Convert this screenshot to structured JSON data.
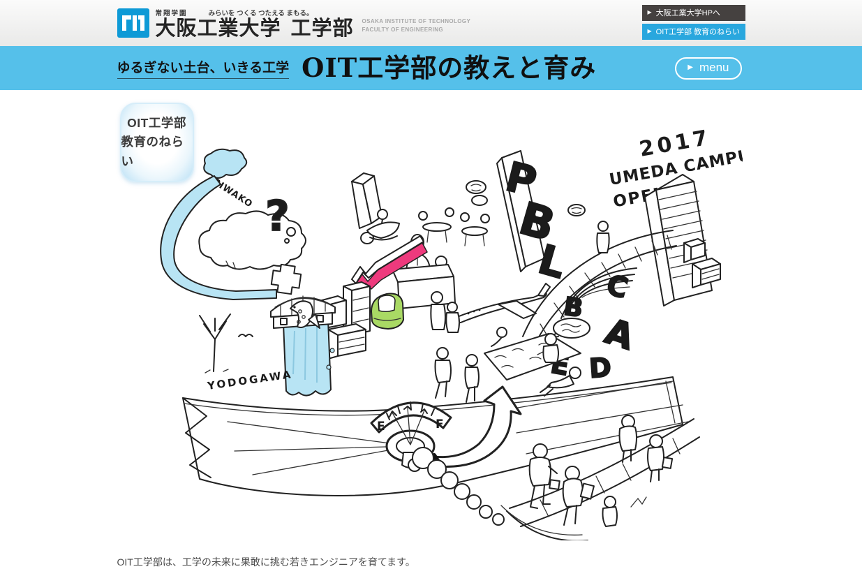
{
  "icons": {
    "arrow": "▶"
  },
  "header": {
    "school_group": "常翔学園",
    "slogan": "みらいを つくる つたえる まもる。",
    "university": "大阪工業大学",
    "faculty": "工学部",
    "english_line1": "OSAKA INSTITUTE OF TECHNOLOGY",
    "english_line2": "FACULTY OF ENGINEERING",
    "links": [
      {
        "label": "大阪工業大学HPへ",
        "style": "dark"
      },
      {
        "label": "OIT工学部 教育のねらい",
        "style": "blue"
      }
    ]
  },
  "banner": {
    "tagline": "ゆるぎない土台、いきる工学",
    "title": "OIT工学部の教えと育み",
    "menu_label": "menu",
    "bg": "#55c0ea"
  },
  "badge": {
    "line1": "OIT工学部",
    "line2": "教育のねらい"
  },
  "illustration": {
    "campus_note": {
      "line1": "2017",
      "line2": "UMEDA CAMPUS",
      "line3": "OPEN!!"
    },
    "lake_label": "BIWAKO",
    "river_label": "YODOGAWA",
    "pbl_letters": [
      "P",
      "B",
      "L"
    ],
    "grade_letters": [
      "C",
      "B",
      "A",
      "E",
      "D"
    ],
    "gauge": {
      "empty": "E",
      "full": "F"
    },
    "question_mark": "?",
    "colors": {
      "water": "#b8e4f4",
      "pbl_yellow": "#ffd900",
      "arrow_pink": "#ee3a7d",
      "letter_green": "#8fd57a",
      "car_green": "#a9d964",
      "ink": "#1f1f1f"
    }
  },
  "footer": {
    "caption": "OIT工学部は、工学の未来に果敢に挑む若きエンジニアを育てます。"
  }
}
